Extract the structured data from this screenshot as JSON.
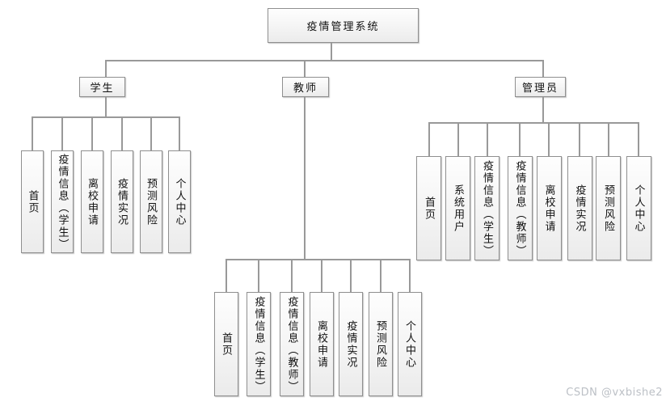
{
  "page": {
    "background": "#ffffff",
    "watermark": "CSDN @vxbishe2"
  },
  "diagram": {
    "root": {
      "label": "疫情管理系统"
    },
    "branches": [
      {
        "label": "学生",
        "children": [
          "首页",
          "疫情信息（学生）",
          "离校申请",
          "疫情实况",
          "预测风险",
          "个人中心"
        ]
      },
      {
        "label": "教师",
        "children": [
          "首页",
          "疫情信息（学生）",
          "疫情信息（教师）",
          "离校申请",
          "疫情实况",
          "预测风险",
          "个人中心"
        ]
      },
      {
        "label": "管理员",
        "children": [
          "首页",
          "系统用户",
          "疫情信息（学生）",
          "疫情信息（教师）",
          "离校申请",
          "疫情实况",
          "预测风险",
          "个人中心"
        ]
      }
    ],
    "colors": {
      "line": "#999999",
      "box_border": "#8f8f8f",
      "box_fill_top": "#fefefe",
      "box_fill_bottom": "#ebebeb",
      "text": "#111111",
      "watermark": "#bcc0c6"
    }
  }
}
